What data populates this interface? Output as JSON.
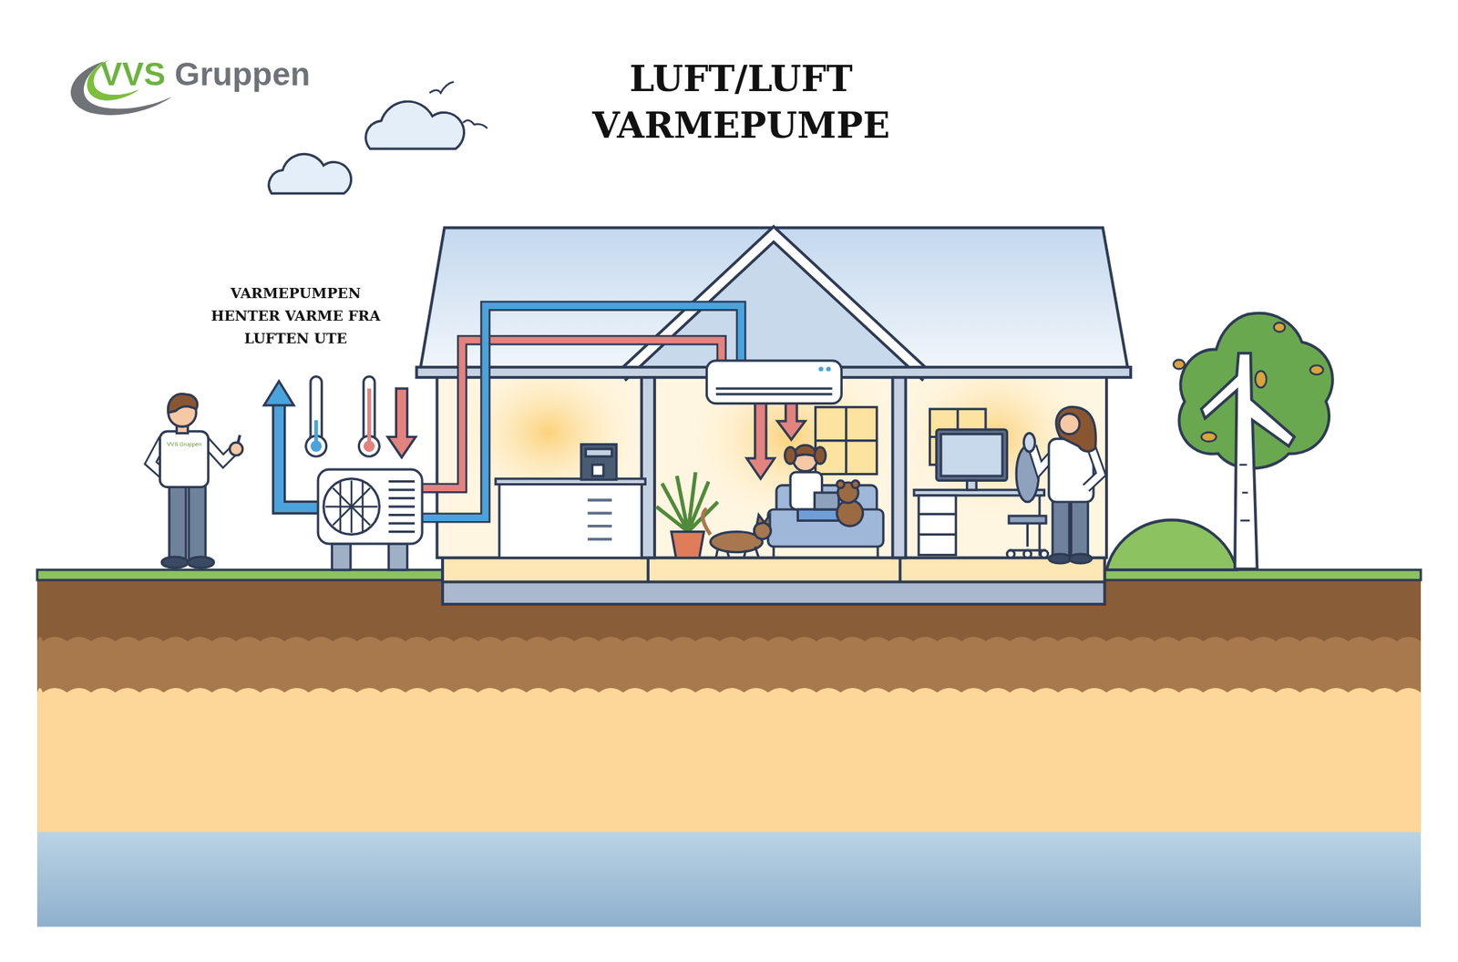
{
  "diagram": {
    "title": "LUFT/LUFT VARMEPUMPE",
    "labels": [
      "VVS Gruppen",
      "VARMEPUMPEN HENTER VARME FRA LUFTEN UTE",
      "VVS Gruppen"
    ]
  }
}
